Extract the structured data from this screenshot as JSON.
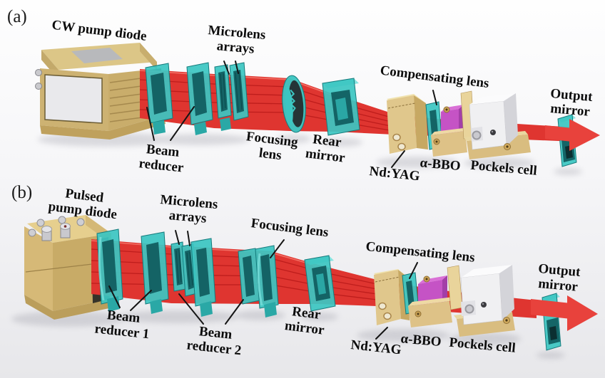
{
  "colors": {
    "beam_red": "#df3530",
    "arrow_red": "#e8423c",
    "optic_teal": "#3cc6c2",
    "optic_teal_dark": "#0e5a5c",
    "mount_gold": "#dcc287",
    "mount_gold_light": "#f0e2ae",
    "bbo_magenta": "#c553c5",
    "pockels_white": "#f0f0f2",
    "label_text": "#0c0c0c",
    "background": "#f4f4f6"
  },
  "panels": [
    {
      "letter": "(a)",
      "labels": {
        "pump_diode": "CW pump diode",
        "microlens_arrays": "Microlens\narrays",
        "beam_reducer": "Beam\nreducer",
        "focusing_lens": "Focusing\nlens",
        "rear_mirror": "Rear\nmirror",
        "compensating_lens": "Compensating lens",
        "nd_yag": "Nd:YAG",
        "alpha_bbo": "α-BBO",
        "pockels_cell": "Pockels cell",
        "output_mirror": "Output\nmirror"
      }
    },
    {
      "letter": "(b)",
      "labels": {
        "pump_diode": "Pulsed\npump diode",
        "microlens_arrays": "Microlens\narrays",
        "beam_reducer_1": "Beam\nreducer 1",
        "beam_reducer_2": "Beam\nreducer 2",
        "focusing_lens": "Focusing lens",
        "rear_mirror": "Rear\nmirror",
        "compensating_lens": "Compensating lens",
        "nd_yag": "Nd:YAG",
        "alpha_bbo": "α-BBO",
        "pockels_cell": "Pockels cell",
        "output_mirror": "Output\nmirror"
      }
    }
  ]
}
